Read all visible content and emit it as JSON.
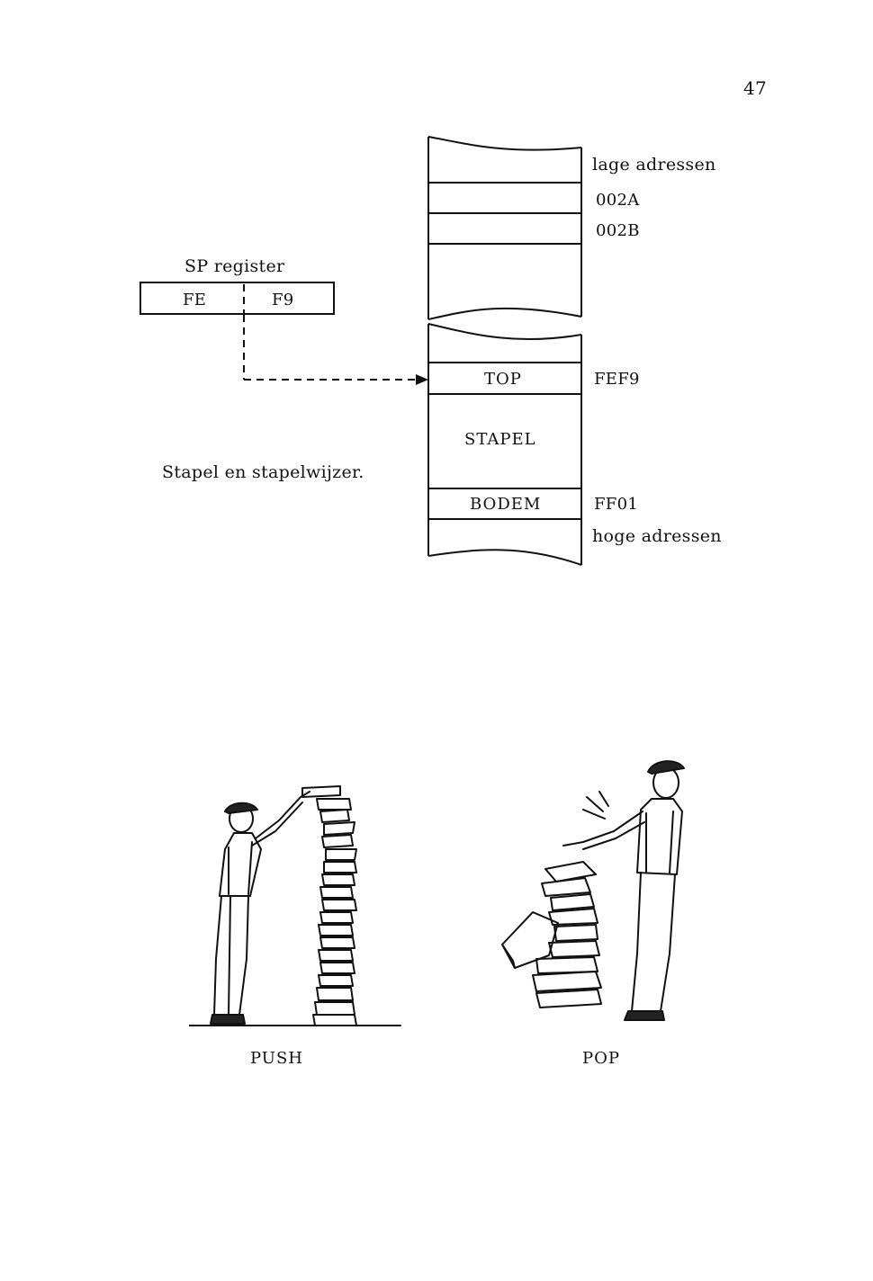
{
  "page_number": "47",
  "register": {
    "title": "SP register",
    "high_byte": "FE",
    "low_byte": "F9"
  },
  "memory": {
    "low_label": "lage adressen",
    "high_label": "hoge adressen",
    "upper_addresses": [
      "002A",
      "002B"
    ],
    "top_label": "TOP",
    "top_address": "FEF9",
    "stack_label": "STAPEL",
    "bottom_label": "BODEM",
    "bottom_address": "FF01"
  },
  "figure_caption": "Stapel en stapelwijzer.",
  "illustrations": {
    "push_caption": "PUSH",
    "pop_caption": "POP"
  }
}
